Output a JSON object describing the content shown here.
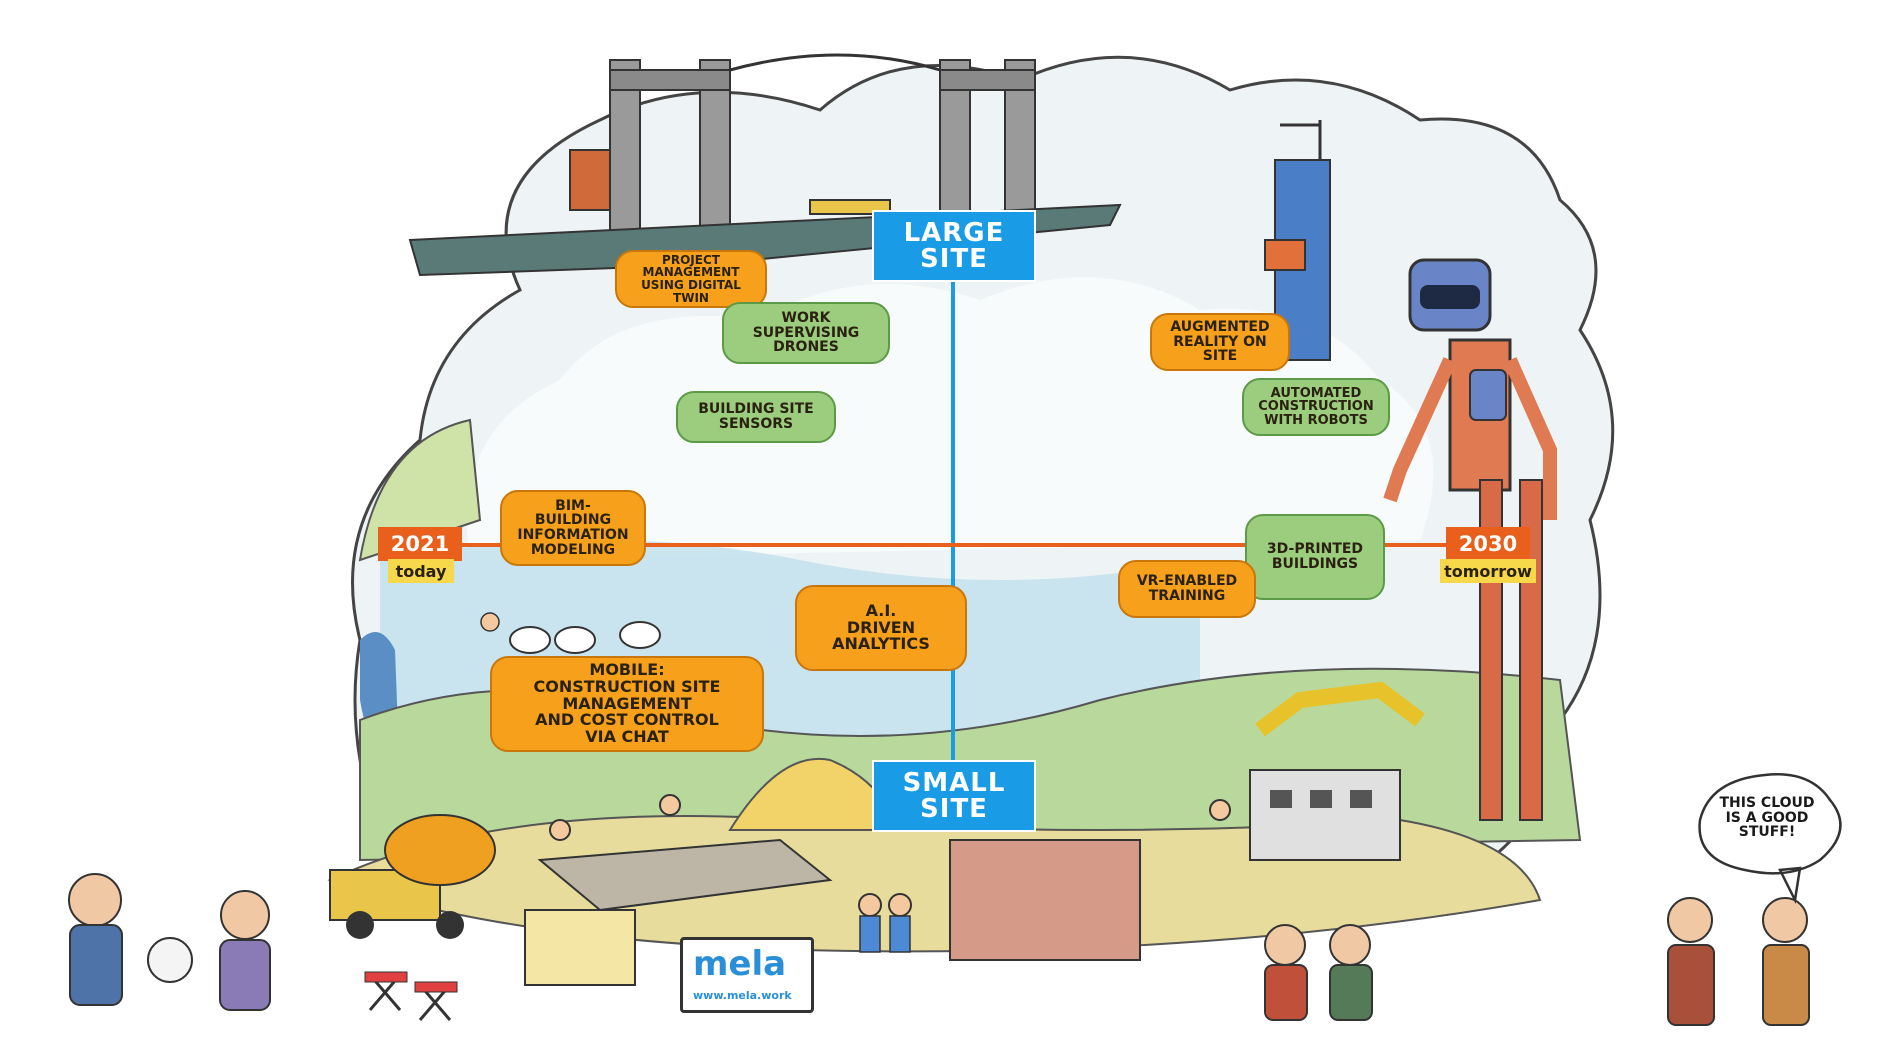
{
  "axis": {
    "top_label_line1": "LARGE",
    "top_label_line2": "SITE",
    "bottom_label_line1": "SMALL",
    "bottom_label_line2": "SITE",
    "left_year": "2021",
    "left_sub": "today",
    "right_year": "2030",
    "right_sub": "tomorrow"
  },
  "items": [
    {
      "text": "PROJECT\nMANAGEMENT\nUSING DIGITAL\nTWIN",
      "style": "orange"
    },
    {
      "text": "WORK\nSUPERVISING\nDRONES",
      "style": "green"
    },
    {
      "text": "BUILDING SITE\nSENSORS",
      "style": "green"
    },
    {
      "text": "AUGMENTED\nREALITY ON\nSITE",
      "style": "orange"
    },
    {
      "text": "AUTOMATED\nCONSTRUCTION\nWITH ROBOTS",
      "style": "green"
    },
    {
      "text": "BIM-\nBUILDING\nINFORMATION\nMODELING",
      "style": "orange"
    },
    {
      "text": "3D-PRINTED\nBUILDINGS",
      "style": "green"
    },
    {
      "text": "VR-ENABLED\nTRAINING",
      "style": "orange"
    },
    {
      "text": "A.I.\nDRIVEN\nANALYTICS",
      "style": "orange"
    },
    {
      "text": "MOBILE:\nCONSTRUCTION SITE\nMANAGEMENT\nAND COST CONTROL\nVIA CHAT",
      "style": "orange"
    }
  ],
  "brand": {
    "logo": "mela",
    "url": "www.mela.work"
  },
  "speech_bubble": {
    "line1": "THIS CLOUD",
    "line2": "IS A GOOD",
    "line3": "STUFF!"
  },
  "colors": {
    "orange_box": "#f7a01c",
    "green_box": "#9ccc7d",
    "site_blue": "#1a9be6",
    "timeline_orange": "#e8601c",
    "sub_yellow": "#f7d84a"
  },
  "icons": [
    "bridge-icon",
    "skyscraper-icon",
    "robot-icon",
    "crane-icon",
    "concrete-mixer-icon",
    "worker-icon",
    "seagull-icon",
    "barrier-icon"
  ]
}
